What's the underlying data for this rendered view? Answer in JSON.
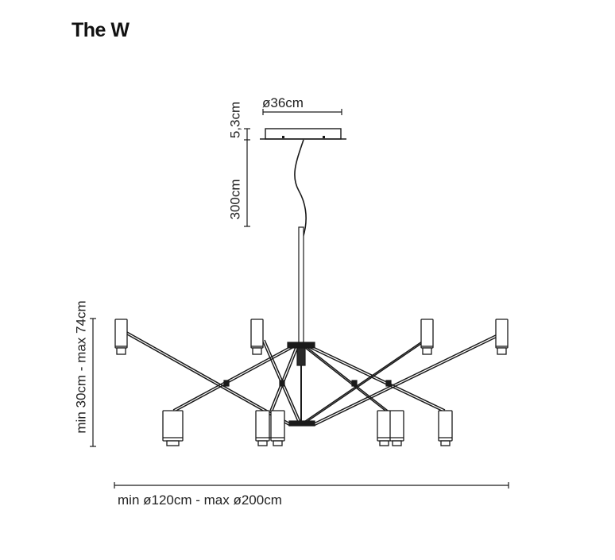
{
  "title": "The W",
  "dimensions": {
    "canopy_diameter": "ø36cm",
    "canopy_height": "5,3cm",
    "cable_length": "300cm",
    "height_range": "min 30cm - max 74cm",
    "diameter_range": "min ø120cm - max ø200cm"
  },
  "colors": {
    "line": "#1a1a1a",
    "text": "#222222",
    "background": "#ffffff"
  }
}
